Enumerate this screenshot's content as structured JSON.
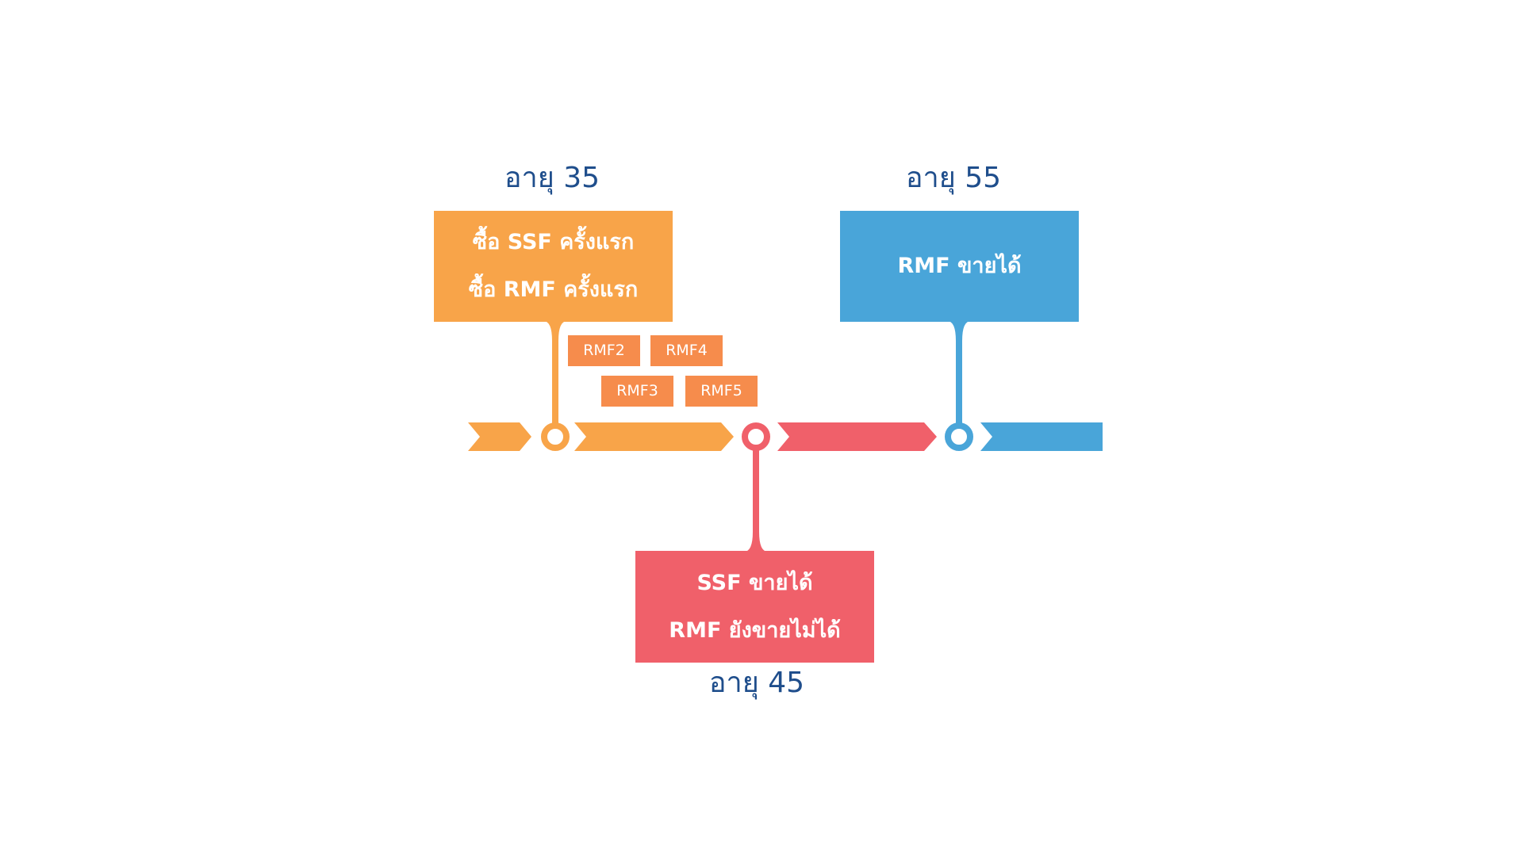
{
  "colors": {
    "orange": "#f8a449",
    "orange_chip": "#f68c4c",
    "red": "#f0606a",
    "blue": "#49a5d9",
    "age_text": "#1f4e8c"
  },
  "milestones": [
    {
      "age_label": "อายุ 35",
      "lines": [
        "ซื้อ SSF ครั้งแรก",
        "ซื้อ RMF ครั้งแรก"
      ]
    },
    {
      "age_label": "อายุ 45",
      "lines": [
        "SSF ขายได้",
        "RMF ยังขายไม่ได้"
      ]
    },
    {
      "age_label": "อายุ 55",
      "lines": [
        "RMF ขายได้"
      ]
    }
  ],
  "rmf_chips": [
    "RMF2",
    "RMF4",
    "RMF3",
    "RMF5"
  ]
}
